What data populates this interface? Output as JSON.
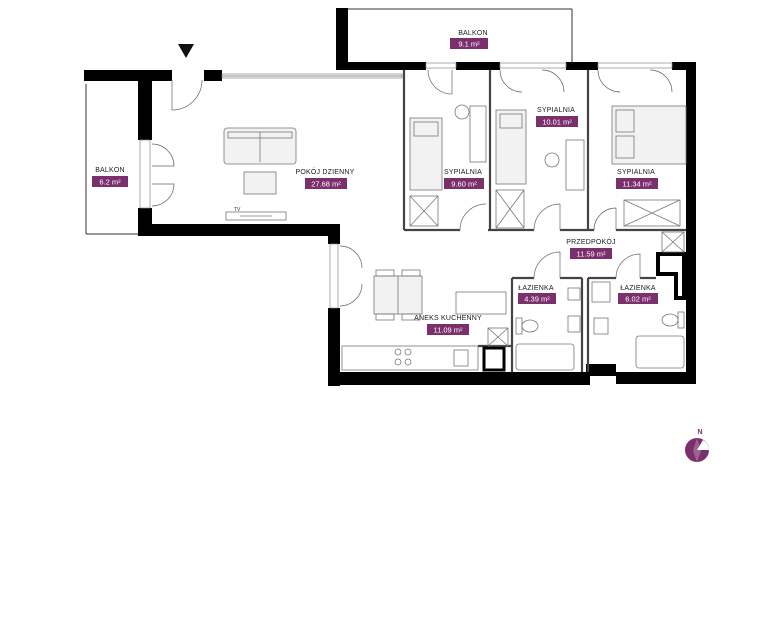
{
  "accent_color": "#7b2f6c",
  "entrance_marker_icon": "entrance-triangle-icon",
  "compass": {
    "label": "N",
    "icon": "north-compass-icon"
  },
  "tv_label": "TV",
  "rooms": [
    {
      "id": "balkon-top",
      "name": "BALKON",
      "area": "9.1 m²"
    },
    {
      "id": "balkon-left",
      "name": "BALKON",
      "area": "6.2 m²"
    },
    {
      "id": "pokoj-dzienny",
      "name": "POKÓJ DZIENNY",
      "area": "27.68 m²"
    },
    {
      "id": "sypialnia-1",
      "name": "SYPIALNIA",
      "area": "9.60 m²"
    },
    {
      "id": "sypialnia-2",
      "name": "SYPIALNIA",
      "area": "10.01 m²"
    },
    {
      "id": "sypialnia-3",
      "name": "SYPIALNIA",
      "area": "11.34 m²"
    },
    {
      "id": "przedpokoj",
      "name": "PRZEDPOKÓJ",
      "area": "11.59 m²"
    },
    {
      "id": "lazienka-1",
      "name": "ŁAZIENKA",
      "area": "4.39 m²"
    },
    {
      "id": "lazienka-2",
      "name": "ŁAZIENKA",
      "area": "6.02 m²"
    },
    {
      "id": "aneks-kuchenny",
      "name": "ANEKS KUCHENNY",
      "area": "11.09 m²"
    }
  ]
}
